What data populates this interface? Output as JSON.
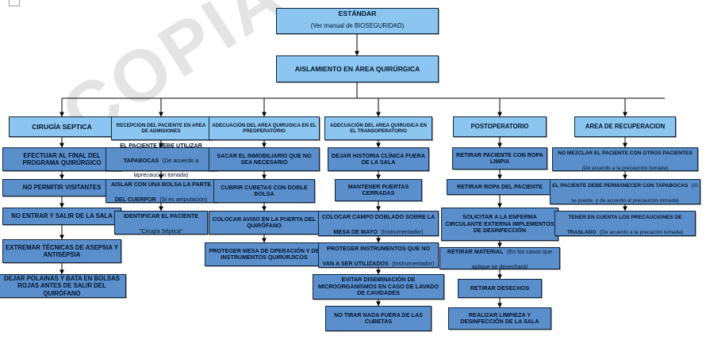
{
  "document": {
    "watermark": "COPIA CONTROLADA",
    "title": "ESTÁNDAR — AISLAMIENTO EN ÁREA QUIRÚRGICA"
  },
  "root": {
    "title": "ESTÁNDAR",
    "subtitle": "(Ver manual de BIOSEGURIDAD)"
  },
  "level2": {
    "label": "AISLAMIENTO EN ÁREA QUIRÚRGICA"
  },
  "branches": [
    {
      "id": "cirugia-septica",
      "header": "CIRUGÍA SEPTICA",
      "steps": [
        {
          "main": "EFECTUAR AL FINAL DEL PROGRAMA QUIRÚRGICO",
          "note": ""
        },
        {
          "main": "NO PERMITIR VISITANTES",
          "note": ""
        },
        {
          "main": "NO ENTRAR Y SALIR DE LA SALA",
          "note": ""
        },
        {
          "main": "EXTREMAR TÉCNICAS DE ASEPSIA Y ANTISEPSIA",
          "note": ""
        },
        {
          "main": "DEJAR POLAINAS Y BATA EN BOLSAS ROJAS ANTES DE SALIR DEL QUIRÓFANO",
          "note": ""
        }
      ]
    },
    {
      "id": "recepcion-admisiones",
      "header": "RECEPCION DEL PACIENTE EN AREA DE ADMISIONES",
      "steps": [
        {
          "main": "EL PACIENTE DEBE UTILIZAR TAPABOCAS",
          "note": "(De acuerdo a laprecaución tomada)"
        },
        {
          "main": "AISLAR CON UNA BOLSA LA PARTE DEL CUERPOR",
          "note": "(Si es amputación)"
        },
        {
          "main": "IDENTIFICAR EL PACIENTE",
          "note": "\"Cirugía Séptica\""
        }
      ]
    },
    {
      "id": "preoperatorio",
      "header": "ADECUACIÓN DEL AREA QUIRUGICA EN EL PREOPERATORIO",
      "steps": [
        {
          "main": "SACAR EL INMOBILIARIO QUE NO SEA NECESARIO",
          "note": ""
        },
        {
          "main": "CUBRIR CUBETAS CON DOBLE BOLSA",
          "note": ""
        },
        {
          "main": "COLOCAR AVISO EN LA PUERTA DEL QUIRÓFANO",
          "note": ""
        },
        {
          "main": "PROTEGER MESA DE OPERACIÓN Y DE INSTRUMENTOS QUIRÚRJICOS",
          "note": ""
        }
      ]
    },
    {
      "id": "transoperatorio",
      "header": "ADECUACIÓN DEL AREA QUIRUGICA EN EL TRANSOPERATORIO",
      "steps": [
        {
          "main": "DEJAR HISTORIA CLÍNICA FUERA DE LA SALA",
          "note": ""
        },
        {
          "main": "MANTENER PUERTAS CERRADAS",
          "note": ""
        },
        {
          "main": "COLOCAR CAMPO DOBLADO SOBRE LA MESA DE MAYO",
          "note": "(Instrumentador)"
        },
        {
          "main": "PROTEGER INSTRUMENTOS QUE NO VAN A SER UTILIZADOS",
          "note": "(Instrumentador)"
        },
        {
          "main": "EVITAR DISEMINACIÓN DE MICROORGANISMOS EN CASO DE LAVADO DE CAVIDADES",
          "note": ""
        },
        {
          "main": "NO TIRAR NADA FUERA DE LAS CUBETAS",
          "note": ""
        }
      ]
    },
    {
      "id": "postoperatorio",
      "header": "POSTOPERATORIO",
      "steps": [
        {
          "main": "RETIRAR PACIENTE CON ROPA LIMPIA",
          "note": ""
        },
        {
          "main": "RETIRAR ROPA DEL PACIENTE",
          "note": ""
        },
        {
          "main": "SOLICITAR A LA ENFERMA CIRCULANTE EXTERNA IMPLEMENTOS DE DESINFECCIÓN",
          "note": ""
        },
        {
          "main": "RETIRAR MATERIAL",
          "note": "(En los casos que aplique se desechará)"
        },
        {
          "main": "RETIRAR DESECHOS",
          "note": ""
        },
        {
          "main": "REALIZAR LIMPIEZA Y DESINFECCIÓN DE LA SALA",
          "note": ""
        }
      ]
    },
    {
      "id": "recuperacion",
      "header": "AREA DE RECUPERACION",
      "steps": [
        {
          "main": "NO MEZCLAR EL PACIENTE CON OTROS PACIENTES",
          "note": "(De acuerdo a la precaución tomada)"
        },
        {
          "main": "EL PACIENTE DEBE PERMANECER CON TAPABOCAS",
          "note": "(Si se puede, y de acuerdo al precaución tomada)"
        },
        {
          "main": "TENER EN CUENTA LOS PRECAUCIONES DE TRASLADO",
          "note": "(De acuerdo a la precación tomada)"
        }
      ]
    }
  ],
  "colors": {
    "header_fill": "#8CC6F0",
    "step_fill": "#5B8FCB",
    "border": "#10243F",
    "connector": "#000000",
    "watermark": "#E4E4E4"
  }
}
